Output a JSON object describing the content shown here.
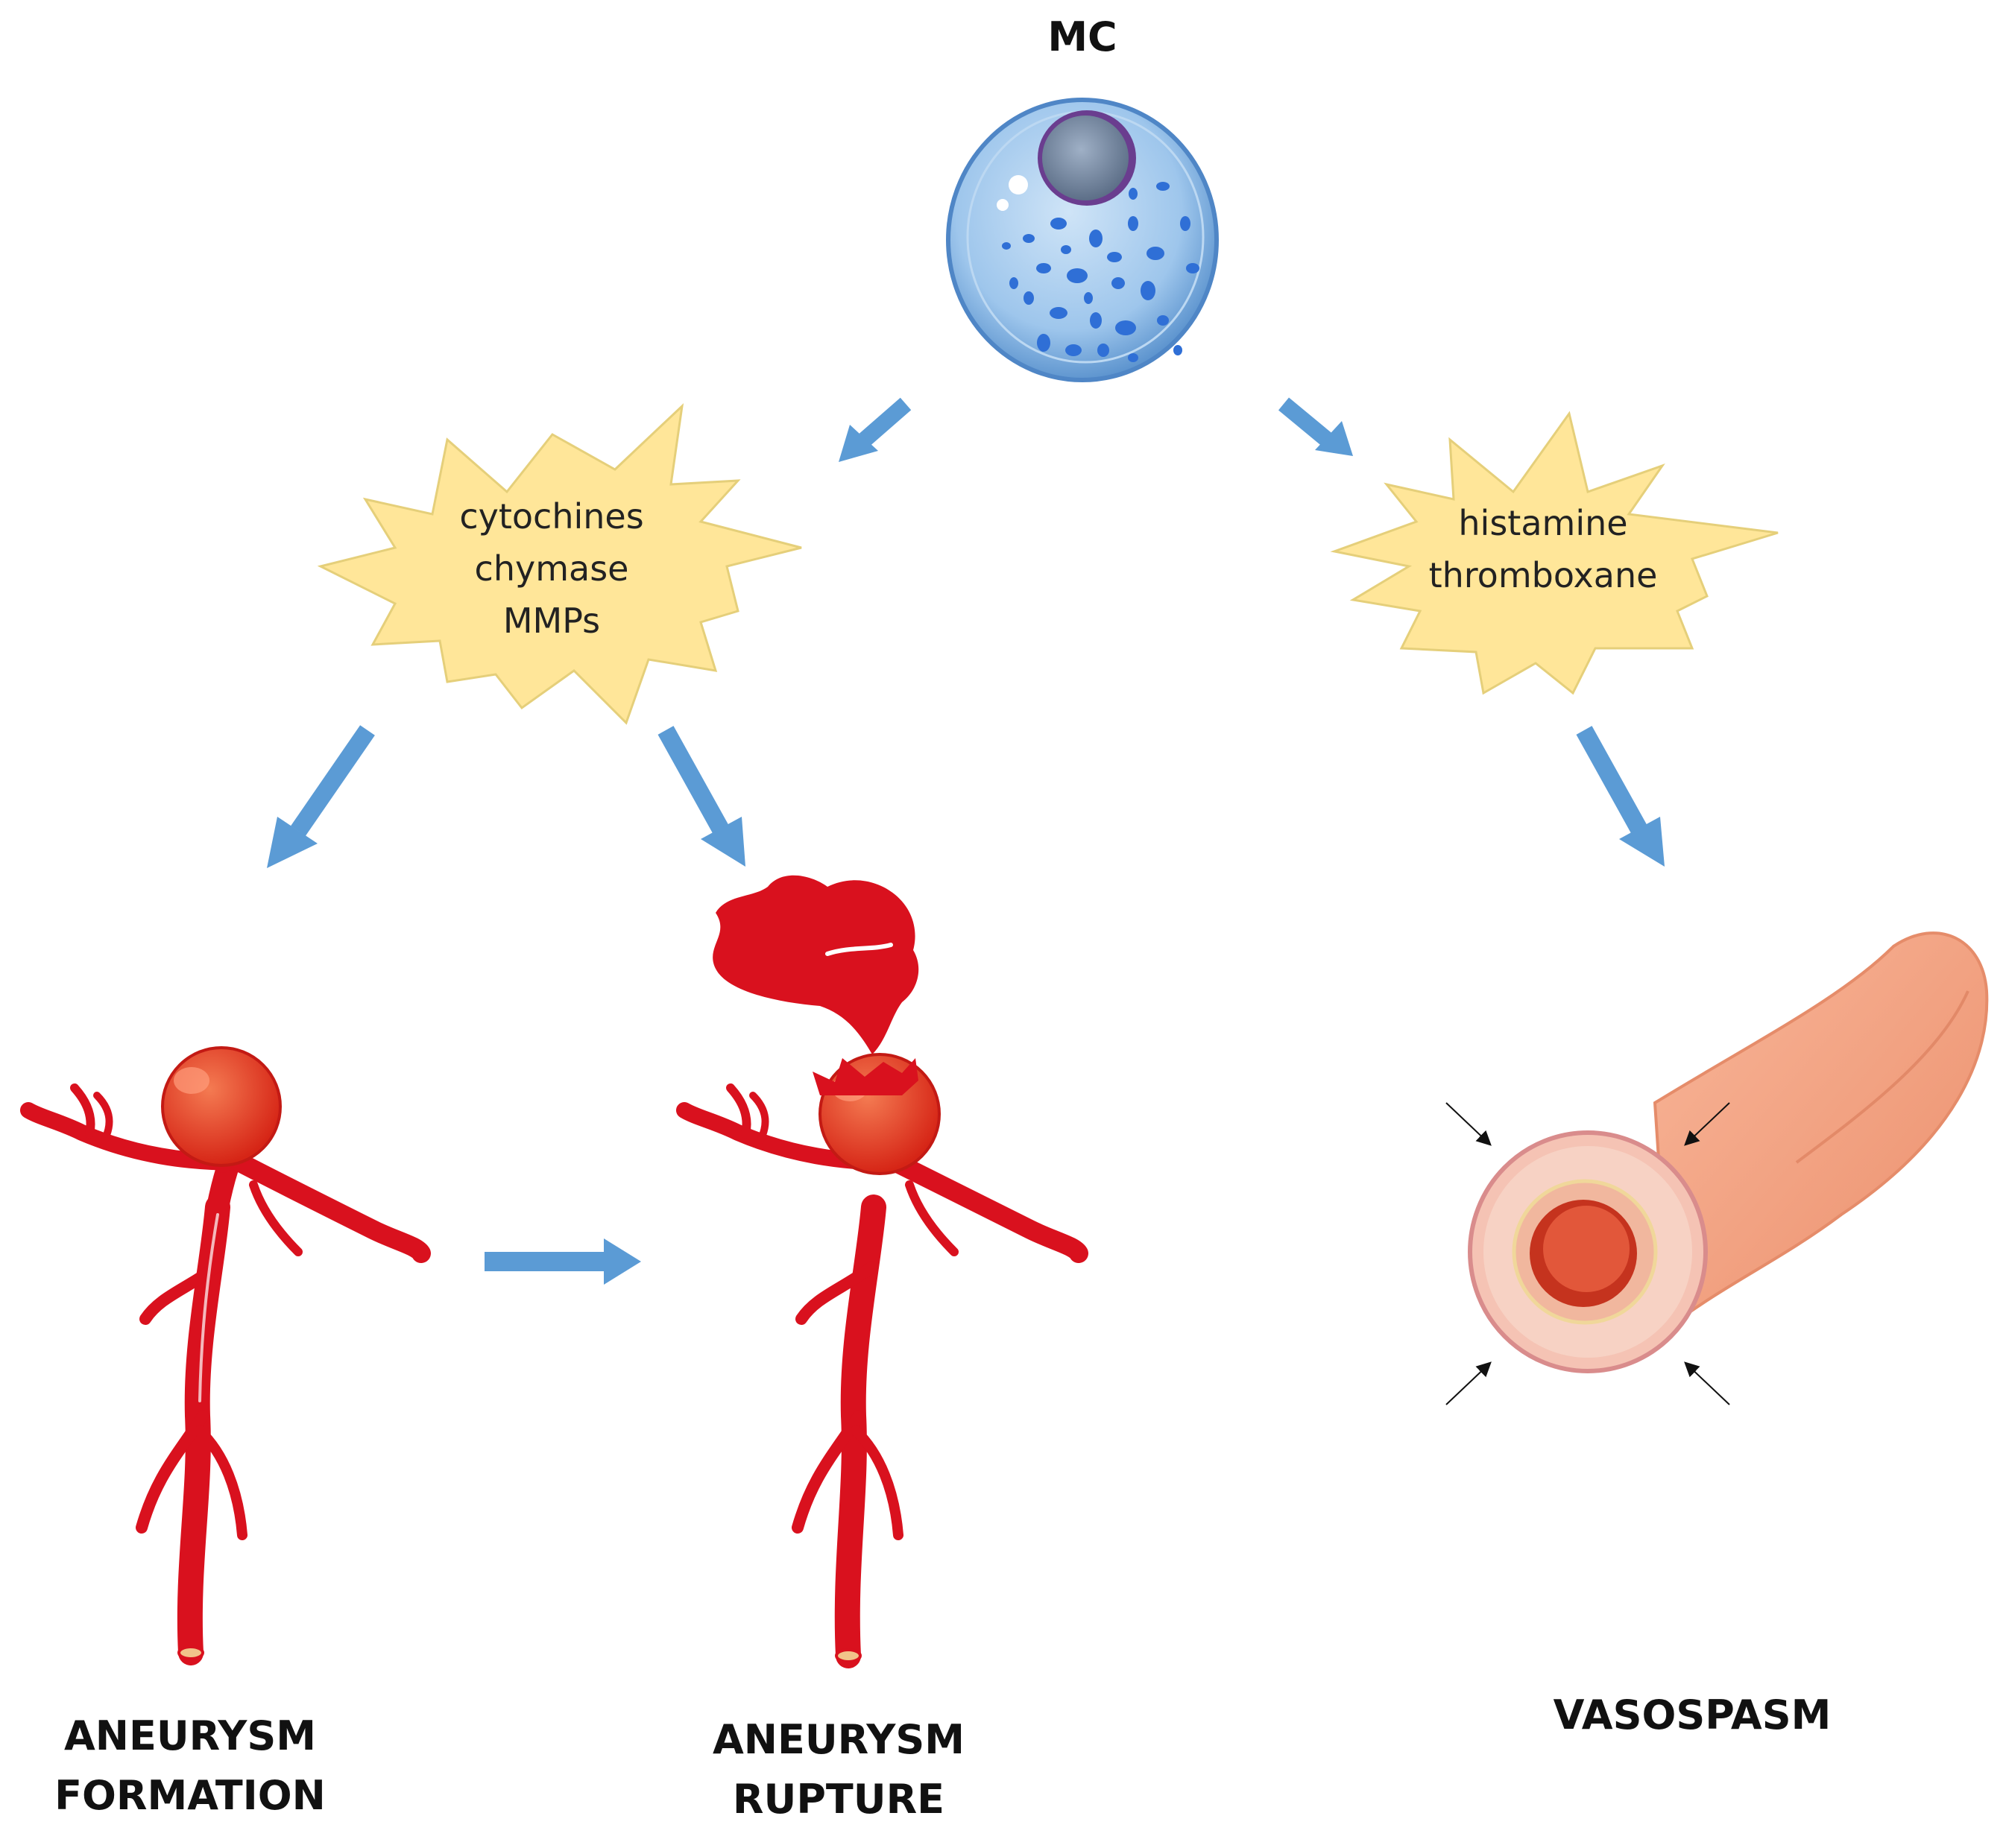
{
  "cell": {
    "label": "MC"
  },
  "burst_left": {
    "lines": [
      "cytochines",
      "chymase",
      "MMPs"
    ]
  },
  "burst_right": {
    "lines": [
      "histamine",
      "thromboxane"
    ]
  },
  "outcomes": {
    "formation": [
      "ANEURYSM",
      "FORMATION"
    ],
    "rupture": [
      "ANEURYSM",
      "RUPTURE"
    ],
    "vasospasm": "VASOSPASM"
  },
  "colors": {
    "arrow": "#5b9bd5",
    "burst_fill": "#ffe699",
    "vessel": "#d9111e",
    "aneurysm": "#e8512d",
    "cell": "#9ec6ec",
    "granule": "#2f6fd6",
    "artery": "#f4a383"
  },
  "icons": [
    "mast-cell-icon",
    "aneurysm-vessel-icon",
    "ruptured-aneurysm-icon",
    "constricted-artery-icon"
  ]
}
